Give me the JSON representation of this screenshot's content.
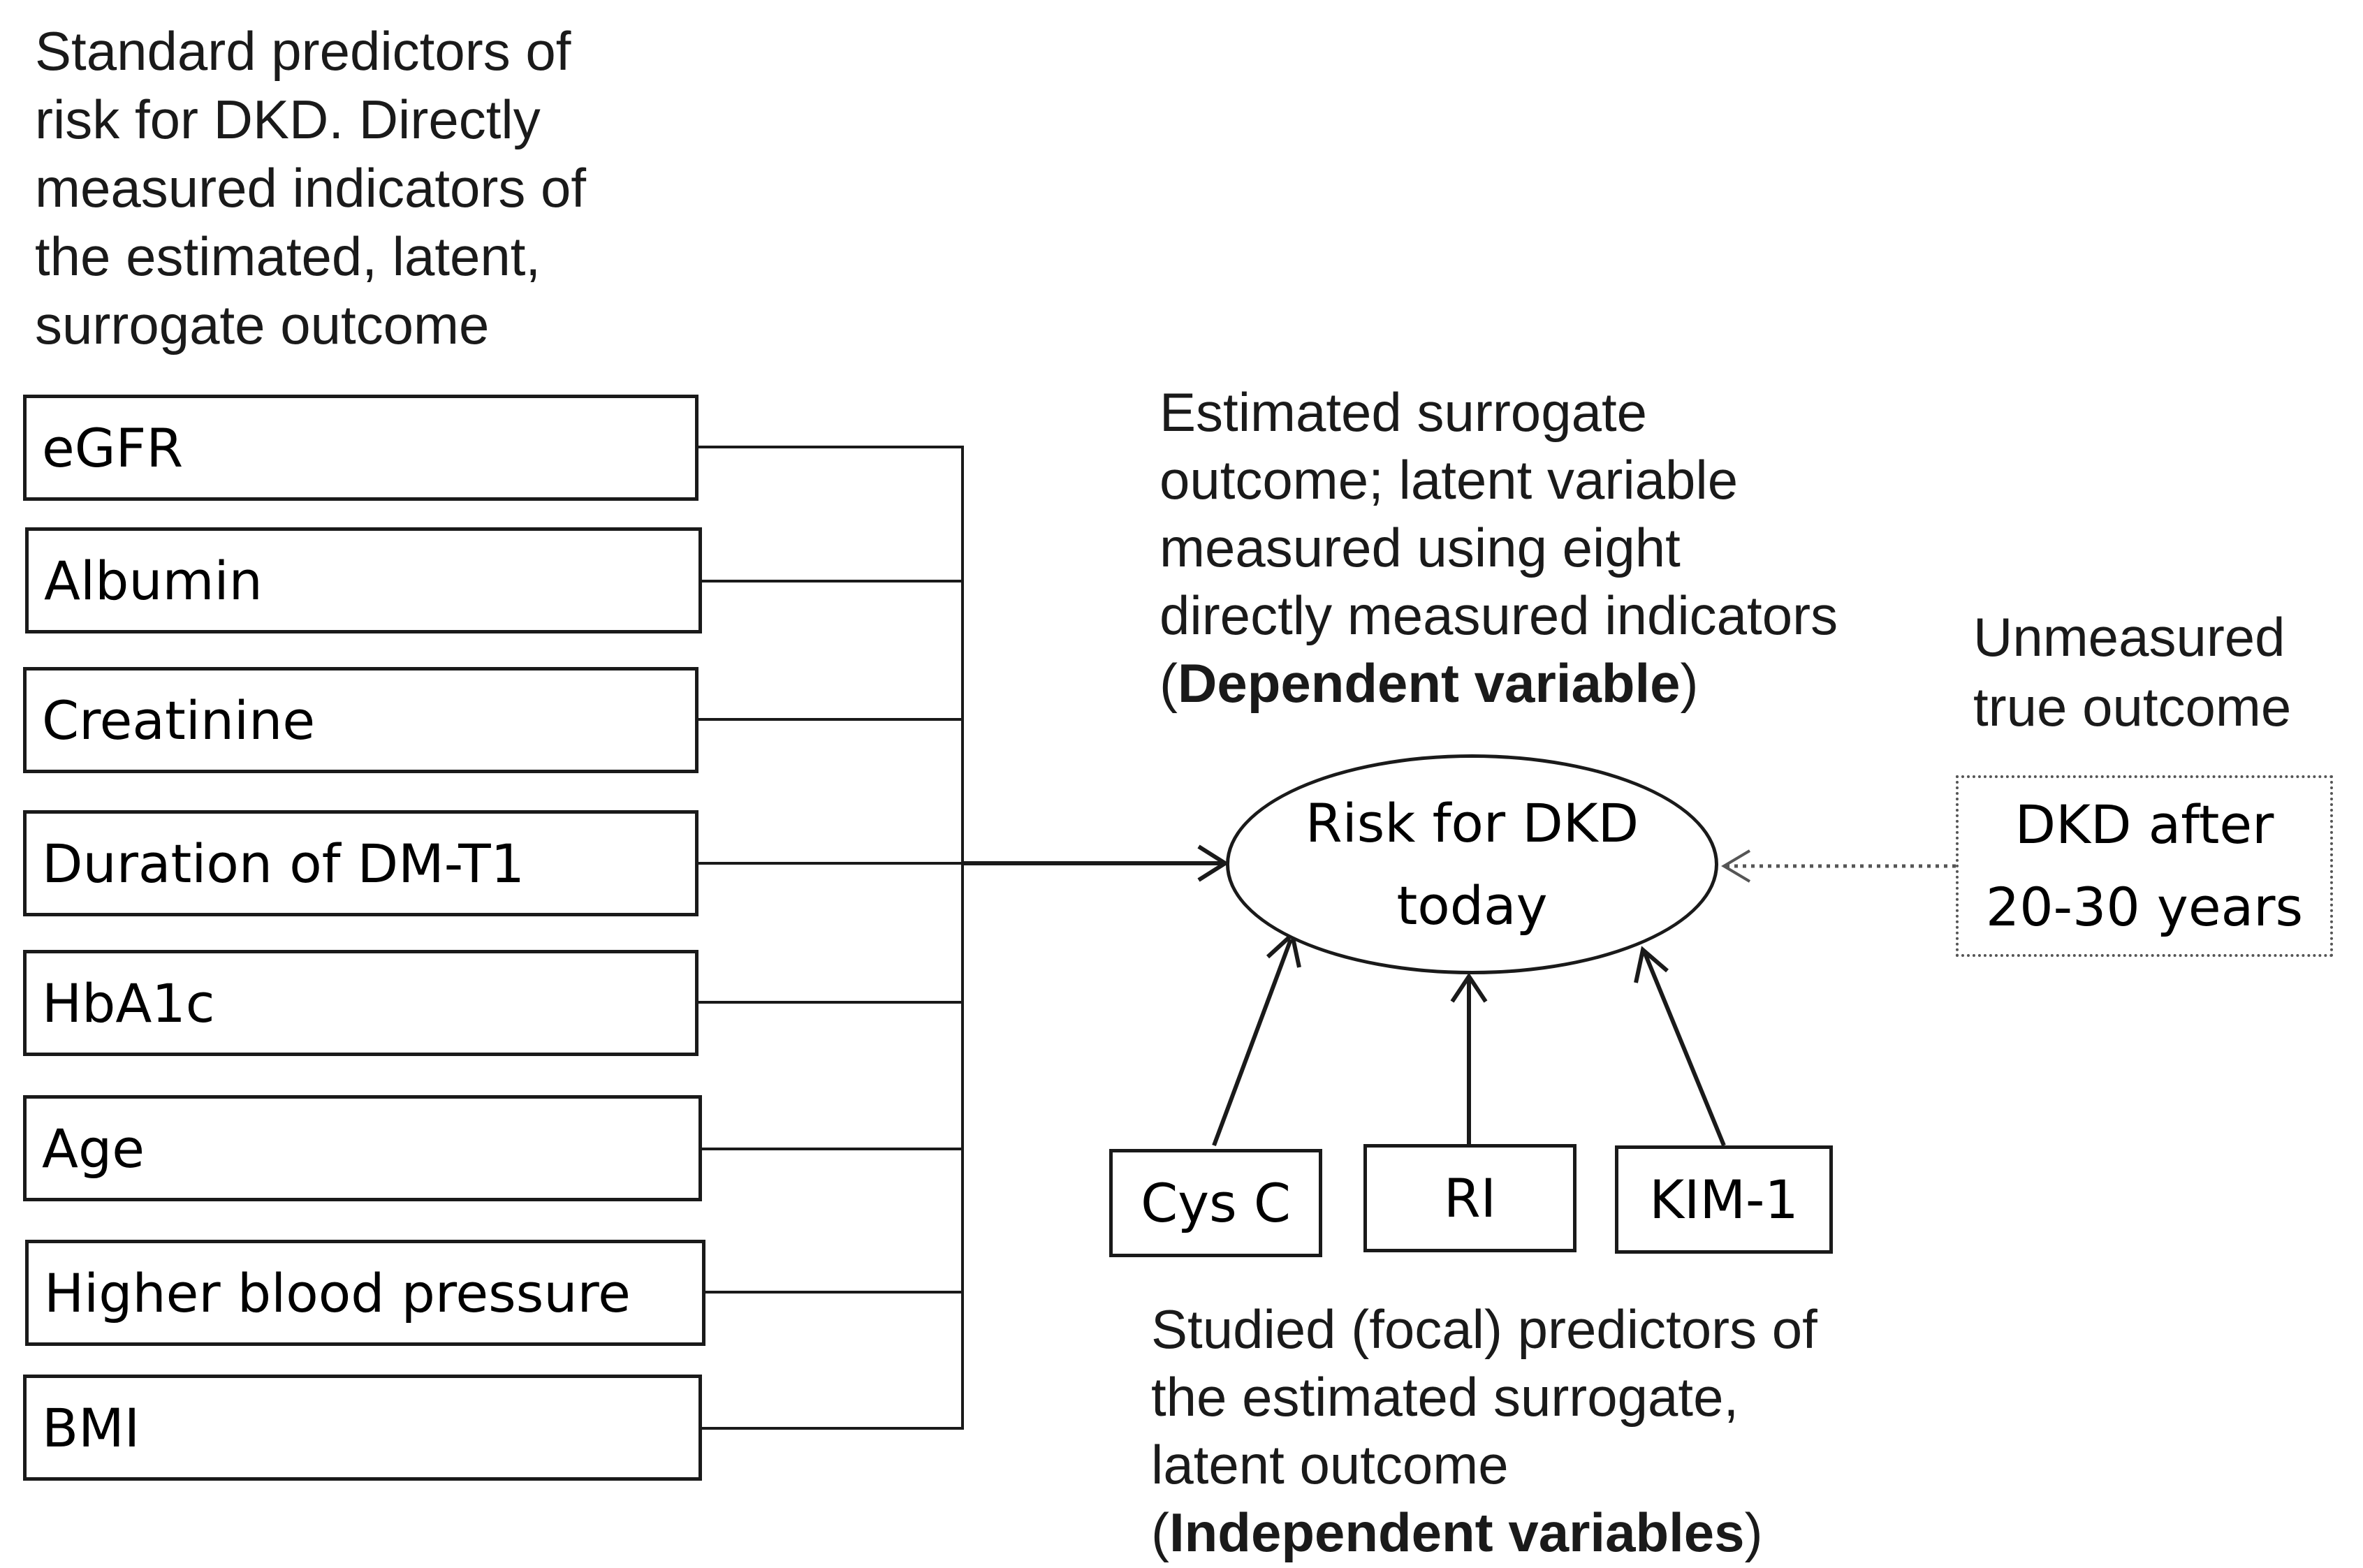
{
  "standard_predictors": {
    "heading_lines": [
      "Standard predictors of",
      "risk for DKD. Directly",
      "measured indicators of",
      "the estimated, latent,",
      "surrogate outcome"
    ],
    "items": [
      {
        "label": "eGFR"
      },
      {
        "label": "Albumin"
      },
      {
        "label": "Creatinine"
      },
      {
        "label": "Duration of DM-T1"
      },
      {
        "label": "HbA1c"
      },
      {
        "label": "Age"
      },
      {
        "label": "Higher blood pressure"
      },
      {
        "label": "BMI"
      }
    ]
  },
  "surrogate_outcome": {
    "caption_lines": [
      "Estimated surrogate",
      "outcome; latent variable",
      "measured using eight",
      "directly measured indicators"
    ],
    "caption_last": {
      "open": "(",
      "bold": "Dependent variable",
      "close": ")"
    },
    "node_lines": [
      "Risk for DKD",
      "today"
    ]
  },
  "true_outcome": {
    "caption_lines": [
      "Unmeasured",
      "true outcome"
    ],
    "node_lines": [
      "DKD after",
      "20-30 years"
    ]
  },
  "focal_predictors": {
    "items": [
      {
        "label": "Cys C"
      },
      {
        "label": "RI"
      },
      {
        "label": "KIM-1"
      }
    ],
    "caption_lines": [
      "Studied (focal) predictors of",
      "the estimated surrogate,",
      "latent outcome"
    ],
    "caption_last": {
      "open": "(",
      "bold": "Independent variables",
      "close": ")"
    }
  },
  "colors": {
    "stroke": "#1a1a1a",
    "dotted": "#555555",
    "background": "#ffffff"
  }
}
